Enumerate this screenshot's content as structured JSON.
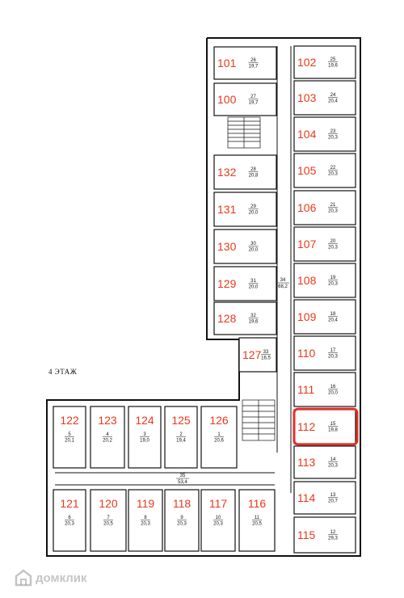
{
  "floor_label": "4  ЭТАЖ",
  "watermark": "домклик",
  "highlighted_room": "112",
  "colors": {
    "room_number": "#e8381c",
    "highlight": "#e0302a",
    "wall": "#111111"
  },
  "corridors": [
    {
      "id": "34",
      "area": "68,2"
    },
    {
      "id": "35",
      "area": "53,4"
    }
  ],
  "rooms": [
    {
      "num": "101",
      "id": "26",
      "area": "19,7"
    },
    {
      "num": "100",
      "id": "27",
      "area": "19,7"
    },
    {
      "num": "132",
      "id": "28",
      "area": "20,8"
    },
    {
      "num": "131",
      "id": "29",
      "area": "20,0"
    },
    {
      "num": "130",
      "id": "30",
      "area": "20,0"
    },
    {
      "num": "129",
      "id": "31",
      "area": "20,0"
    },
    {
      "num": "128",
      "id": "32",
      "area": "19,6"
    },
    {
      "num": "127",
      "id": "33",
      "area": "16,5"
    },
    {
      "num": "102",
      "id": "25",
      "area": "19,6"
    },
    {
      "num": "103",
      "id": "24",
      "area": "20,4"
    },
    {
      "num": "104",
      "id": "23",
      "area": "20,3"
    },
    {
      "num": "105",
      "id": "22",
      "area": "20,3"
    },
    {
      "num": "106",
      "id": "21",
      "area": "20,3"
    },
    {
      "num": "107",
      "id": "20",
      "area": "20,3"
    },
    {
      "num": "108",
      "id": "19",
      "area": "20,3"
    },
    {
      "num": "109",
      "id": "18",
      "area": "20,4"
    },
    {
      "num": "110",
      "id": "17",
      "area": "20,3"
    },
    {
      "num": "111",
      "id": "16",
      "area": "20,0"
    },
    {
      "num": "112",
      "id": "15",
      "area": "19,8"
    },
    {
      "num": "113",
      "id": "14",
      "area": "20,3"
    },
    {
      "num": "114",
      "id": "13",
      "area": "20,7"
    },
    {
      "num": "115",
      "id": "12",
      "area": "29,3"
    },
    {
      "num": "122",
      "id": "5",
      "area": "20,1"
    },
    {
      "num": "123",
      "id": "4",
      "area": "20,2"
    },
    {
      "num": "124",
      "id": "3",
      "area": "19,0"
    },
    {
      "num": "125",
      "id": "2",
      "area": "19,4"
    },
    {
      "num": "126",
      "id": "1",
      "area": "20,6"
    },
    {
      "num": "121",
      "id": "6",
      "area": "20,3"
    },
    {
      "num": "120",
      "id": "7",
      "area": "20,5"
    },
    {
      "num": "119",
      "id": "8",
      "area": "20,3"
    },
    {
      "num": "118",
      "id": "9",
      "area": "20,3"
    },
    {
      "num": "117",
      "id": "10",
      "area": "20,3"
    },
    {
      "num": "116",
      "id": "11",
      "area": "20,5"
    }
  ]
}
